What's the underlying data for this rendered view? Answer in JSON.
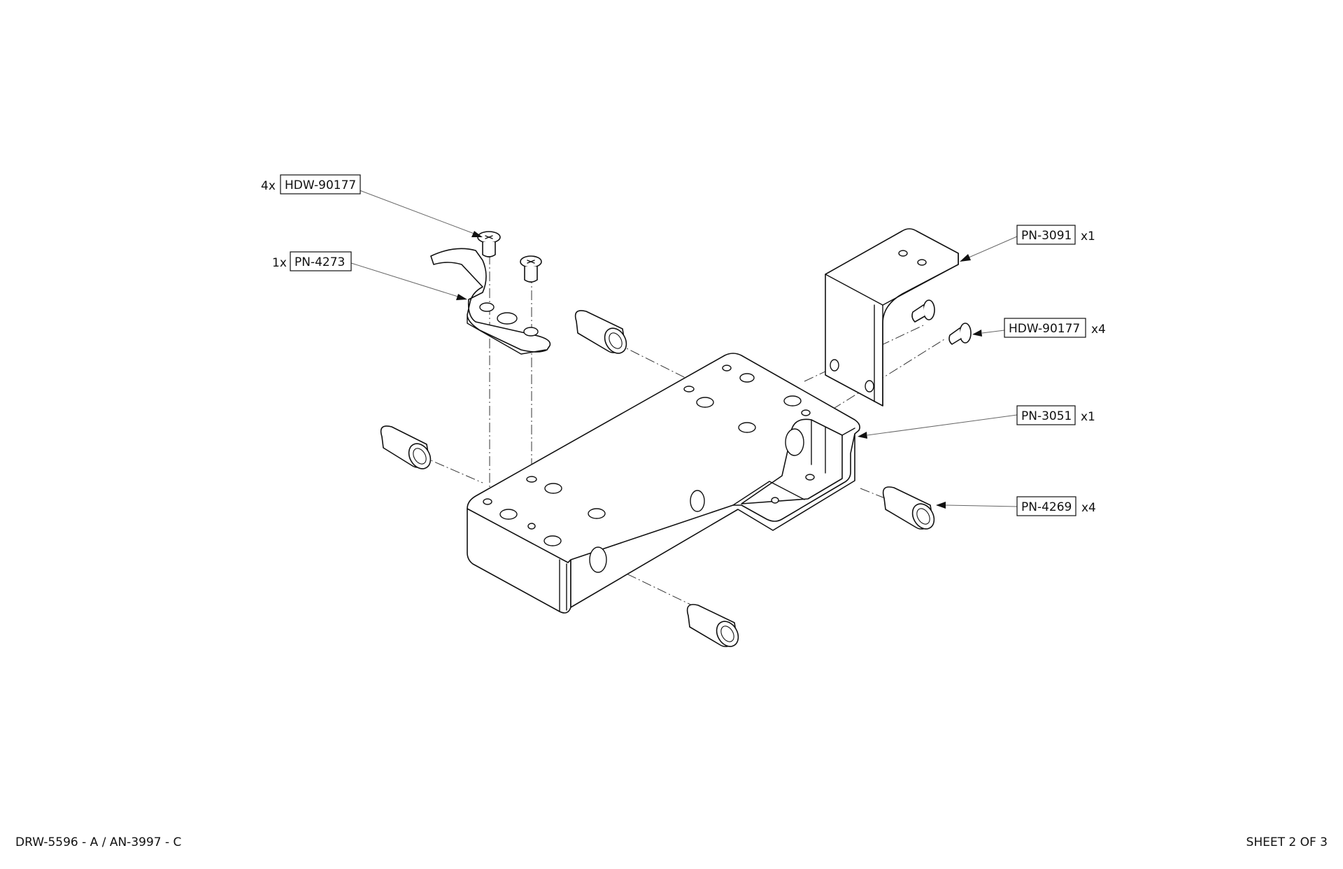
{
  "sheet": {
    "drawing_id": "DRW-5596 - A / AN-3997 - C",
    "sheet_label": "SHEET 2 OF 3"
  },
  "callouts": [
    {
      "qty_prefix": "4x",
      "part": "HDW-90177",
      "qty_suffix": ""
    },
    {
      "qty_prefix": "1x",
      "part": "PN-4273",
      "qty_suffix": ""
    },
    {
      "qty_prefix": "",
      "part": "PN-3091",
      "qty_suffix": "x1"
    },
    {
      "qty_prefix": "",
      "part": "HDW-90177",
      "qty_suffix": "x4"
    },
    {
      "qty_prefix": "",
      "part": "PN-3051",
      "qty_suffix": "x1"
    },
    {
      "qty_prefix": "",
      "part": "PN-4269",
      "qty_suffix": "x4"
    }
  ]
}
